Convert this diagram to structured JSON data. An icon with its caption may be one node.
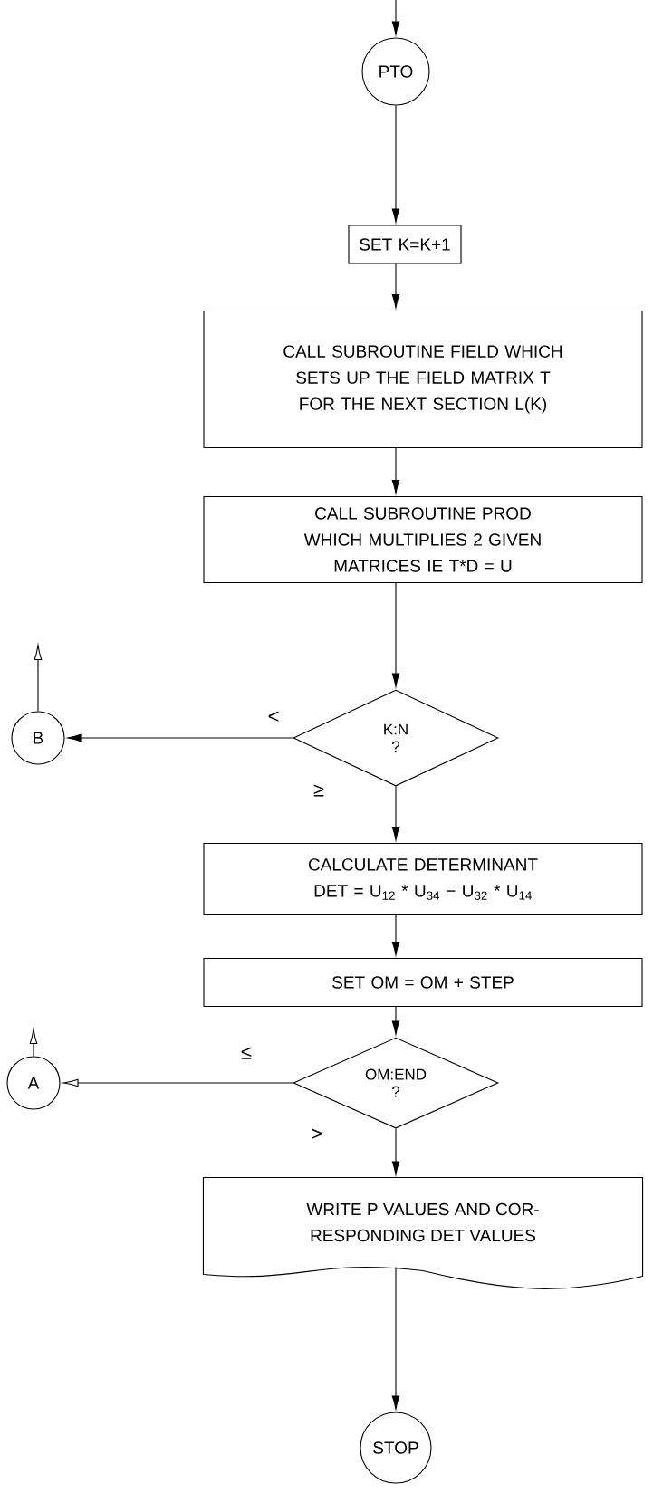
{
  "diagram": {
    "nodes": [
      {
        "text": [
          "PTO"
        ]
      },
      {
        "text": [
          "SET K=K+1"
        ]
      },
      {
        "text": [
          "CALL SUBROUTINE FIELD WHICH SETS UP THE FIELD MATRIX T FOR THE NEXT SECTION L(K)"
        ]
      },
      {
        "text": [
          "CALL SUBROUTINE PROD WHICH MULTIPLIES 2 GIVEN MATRICES IE T*D = U"
        ]
      },
      {
        "text": [
          "K:N",
          "?"
        ]
      },
      {
        "text": [
          "B"
        ]
      },
      {
        "text": [
          "CALCULATE DETERMINANT",
          "DET = U$_{12}$ * U$_{34}$ − U$_{32}$ * U$_{14}$"
        ]
      },
      {
        "text": [
          "SET OM = OM + STEP"
        ]
      },
      {
        "text": [
          "OM:END",
          "?"
        ]
      },
      {
        "text": [
          "A"
        ]
      },
      {
        "text": [
          "WRITE P VALUES AND COR- RESPONDING DET VALUES"
        ]
      },
      {
        "text": [
          "STOP"
        ]
      }
    ],
    "edges": [
      {
        "from": null,
        "to": 0,
        "arrow": "to"
      },
      {
        "from": 0,
        "to": 1,
        "arrow": "to"
      },
      {
        "from": 1,
        "to": 2,
        "arrow": "to"
      },
      {
        "from": 2,
        "to": 3,
        "arrow": "to"
      },
      {
        "from": 3,
        "to": 4,
        "arrow": "to"
      },
      {
        "from": 4,
        "to": 5,
        "arrow": "to",
        "label": "<"
      },
      {
        "from": 4,
        "to": 6,
        "arrow": "to",
        "label": "≥"
      },
      {
        "from": 6,
        "to": 7,
        "arrow": "to"
      },
      {
        "from": 7,
        "to": 8,
        "arrow": "to"
      },
      {
        "from": 8,
        "to": 9,
        "arrow": "to",
        "label": "≤"
      },
      {
        "from": 8,
        "to": 10,
        "arrow": "to",
        "label": ">"
      },
      {
        "from": 10,
        "to": 11,
        "arrow": "to"
      },
      {
        "from": 5,
        "to": null,
        "arrow": "to"
      },
      {
        "from": 9,
        "to": null,
        "arrow": "to"
      }
    ]
  }
}
